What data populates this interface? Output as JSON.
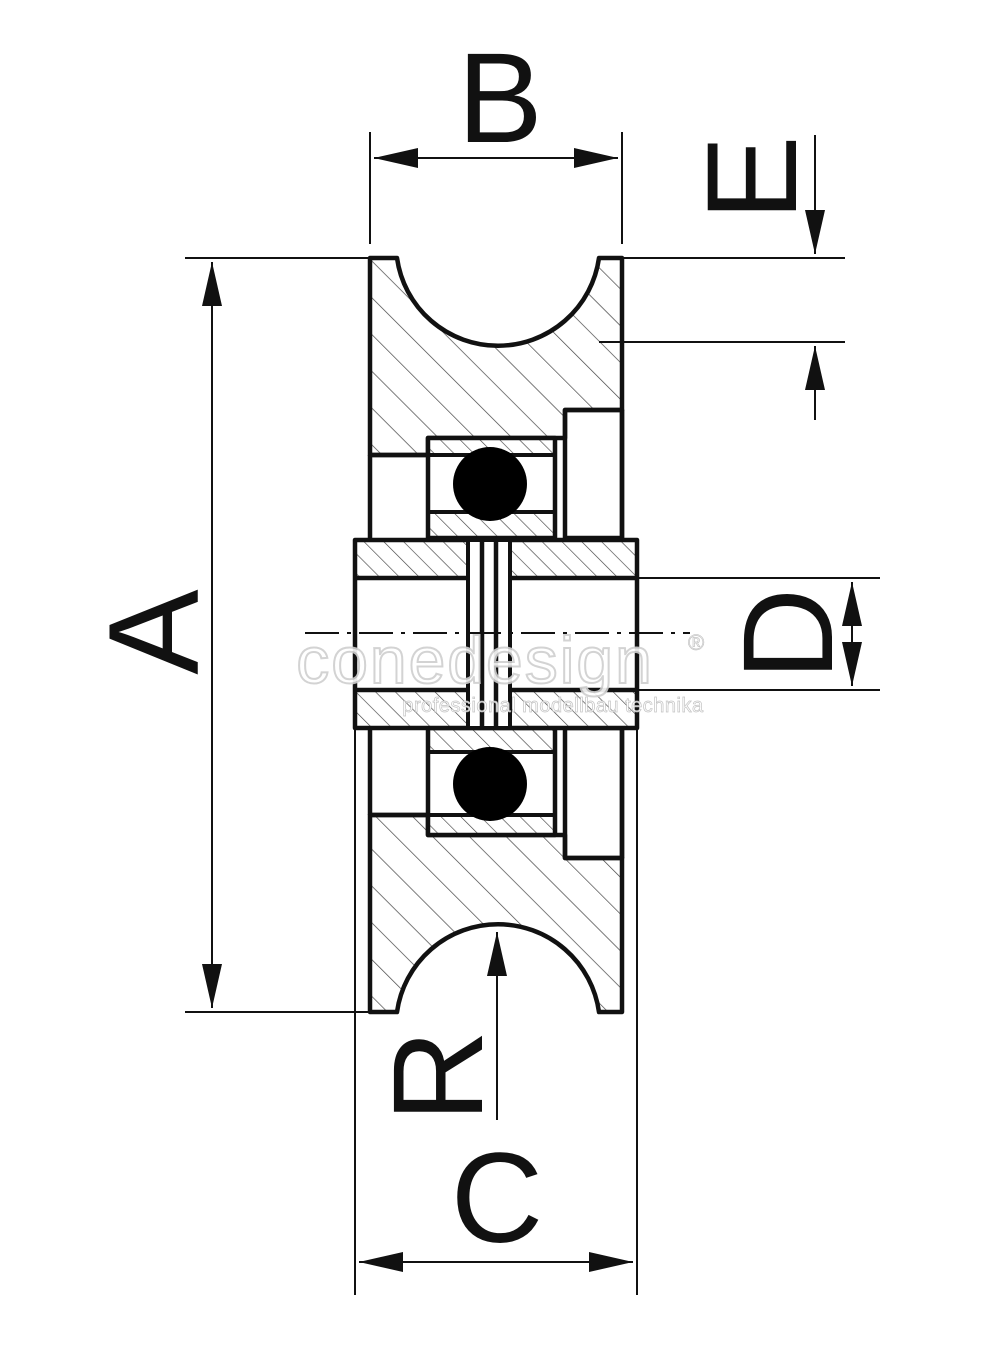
{
  "dimensions": {
    "A": "A",
    "B": "B",
    "C": "C",
    "D": "D",
    "E": "E",
    "R": "R"
  },
  "watermark": {
    "brand": "conedesign",
    "registered_mark": "®",
    "tagline": "professional modellbau technika"
  },
  "colors": {
    "line": "#111111",
    "background": "#ffffff",
    "watermark_outline": "#cfcfcf"
  }
}
